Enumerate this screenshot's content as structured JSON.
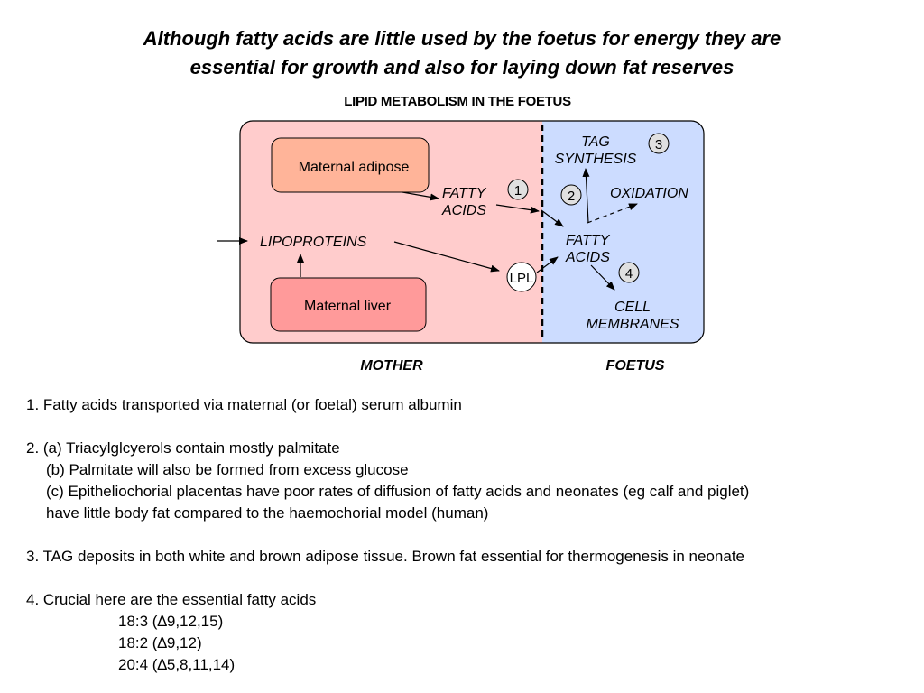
{
  "headline": {
    "line1": "Although fatty acids are little used by the foetus for energy they are",
    "line2": "essential for growth and also for laying down fat reserves"
  },
  "diagram": {
    "title": "LIPID METABOLISM IN THE FOETUS",
    "colors": {
      "mother_region": "#ffcccc",
      "foetus_region": "#ccdcff",
      "adipose_box": "#ffb499",
      "liver_box": "#ff9a9a",
      "badge": "#e0e0e0"
    },
    "mother": {
      "label": "MOTHER",
      "adipose": "Maternal adipose",
      "liver": "Maternal liver",
      "lipoproteins": "LIPOPROTEINS",
      "fatty_acids_line1": "FATTY",
      "fatty_acids_line2": "ACIDS",
      "lpl": "LPL"
    },
    "foetus": {
      "label": "FOETUS",
      "tag_line1": "TAG",
      "tag_line2": "SYNTHESIS",
      "oxidation": "OXIDATION",
      "fatty_acids_line1": "FATTY",
      "fatty_acids_line2": "ACIDS",
      "cell_line1": "CELL",
      "cell_line2": "MEMBRANES"
    },
    "badges": [
      "1",
      "2",
      "3",
      "4"
    ]
  },
  "notes": {
    "n1": "1. Fatty acids transported via maternal (or foetal) serum albumin",
    "n2a": "2. (a) Triacylglcyerols contain mostly palmitate",
    "n2b": "(b) Palmitate will also be formed from excess glucose",
    "n2c": "(c) Epitheliochorial placentas have poor rates of diffusion of fatty acids and neonates (eg calf and piglet)",
    "n2c_cont": "have little body fat compared to the haemochorial model (human)",
    "n3": "3. TAG deposits in both white and brown adipose tissue. Brown fat essential for thermogenesis in neonate",
    "n4": "4. Crucial here are the essential fatty acids",
    "efa": [
      "18:3 (∆9,12,15)",
      "18:2 (∆9,12)",
      "20:4 (∆5,8,11,14)"
    ]
  }
}
